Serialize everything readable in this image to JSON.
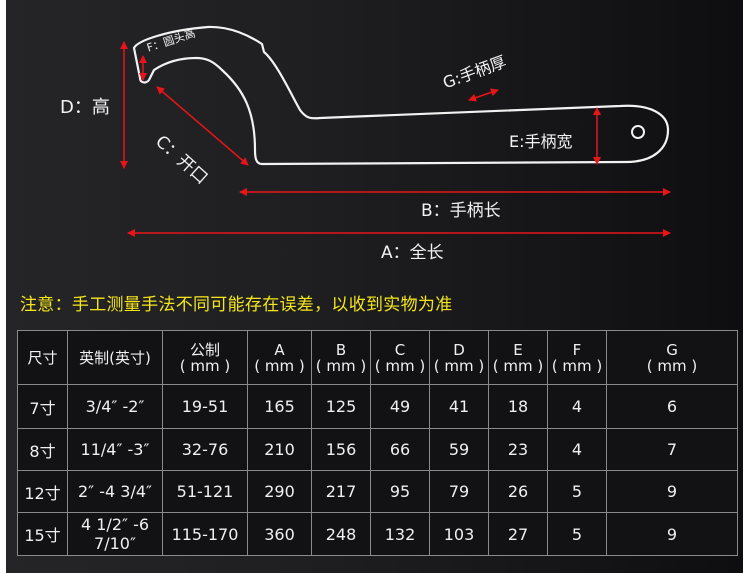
{
  "diagram": {
    "labels": {
      "d": "D：高",
      "f": "F：圆头高",
      "c": "C：开口",
      "g": "G:手柄厚",
      "e": "E:手柄宽",
      "b": "B：手柄长",
      "a": "A：全长"
    },
    "colors": {
      "outline": "#f2f2f2",
      "arrow": "#e8141a",
      "background": "#1c1c1e"
    }
  },
  "note": {
    "text": "注意：手工测量手法不同可能存在误差，以收到实物为准",
    "color": "#f5e61a"
  },
  "table": {
    "headers": [
      {
        "top": "尺寸",
        "bottom": ""
      },
      {
        "top": "英制(英寸)",
        "bottom": ""
      },
      {
        "top": "公制",
        "bottom": "( mm )"
      },
      {
        "top": "A",
        "bottom": "( mm )"
      },
      {
        "top": "B",
        "bottom": "( mm )"
      },
      {
        "top": "C",
        "bottom": "( mm )"
      },
      {
        "top": "D",
        "bottom": "( mm )"
      },
      {
        "top": "E",
        "bottom": "( mm )"
      },
      {
        "top": "F",
        "bottom": "( mm )"
      },
      {
        "top": "G",
        "bottom": "( mm )"
      }
    ],
    "rows": [
      [
        "7寸",
        "3/4″  -2″",
        "19-51",
        "165",
        "125",
        "49",
        "41",
        "18",
        "4",
        "6"
      ],
      [
        "8寸",
        "11/4″  -3″",
        "32-76",
        "210",
        "156",
        "66",
        "59",
        "23",
        "4",
        "7"
      ],
      [
        "12寸",
        "2″  -4 3/4″",
        "51-121",
        "290",
        "217",
        "95",
        "79",
        "26",
        "5",
        "9"
      ],
      [
        "15寸",
        "4 1/2″  -6 7/10″",
        "115-170",
        "360",
        "248",
        "132",
        "103",
        "27",
        "5",
        "9"
      ]
    ]
  }
}
